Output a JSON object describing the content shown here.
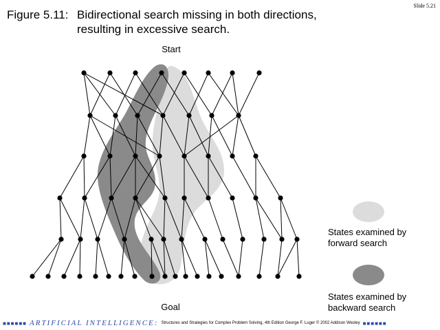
{
  "slide": {
    "number": "Slide 5.21"
  },
  "title": {
    "label": "Figure 5.11:",
    "line1": "Bidirectional search missing in both directions,",
    "line2": "resulting in excessive search."
  },
  "diagram": {
    "start_label": "Start",
    "goal_label": "Goal"
  },
  "legend": {
    "forward": {
      "text": "States examined by\nforward search",
      "color": "#dcdcdc"
    },
    "backward": {
      "text": "States examined by\nbackward search",
      "color": "#8a8a8a"
    }
  },
  "footer": {
    "dots": "■■■■■■",
    "dots_right": "■■■■■■",
    "series": "ARTIFICIAL INTELLIGENCE:",
    "subtitle": "Structures and Strategies for Complex Problem Solving, 4th Edition George F. Luger © 2002 Addison Wesley"
  }
}
